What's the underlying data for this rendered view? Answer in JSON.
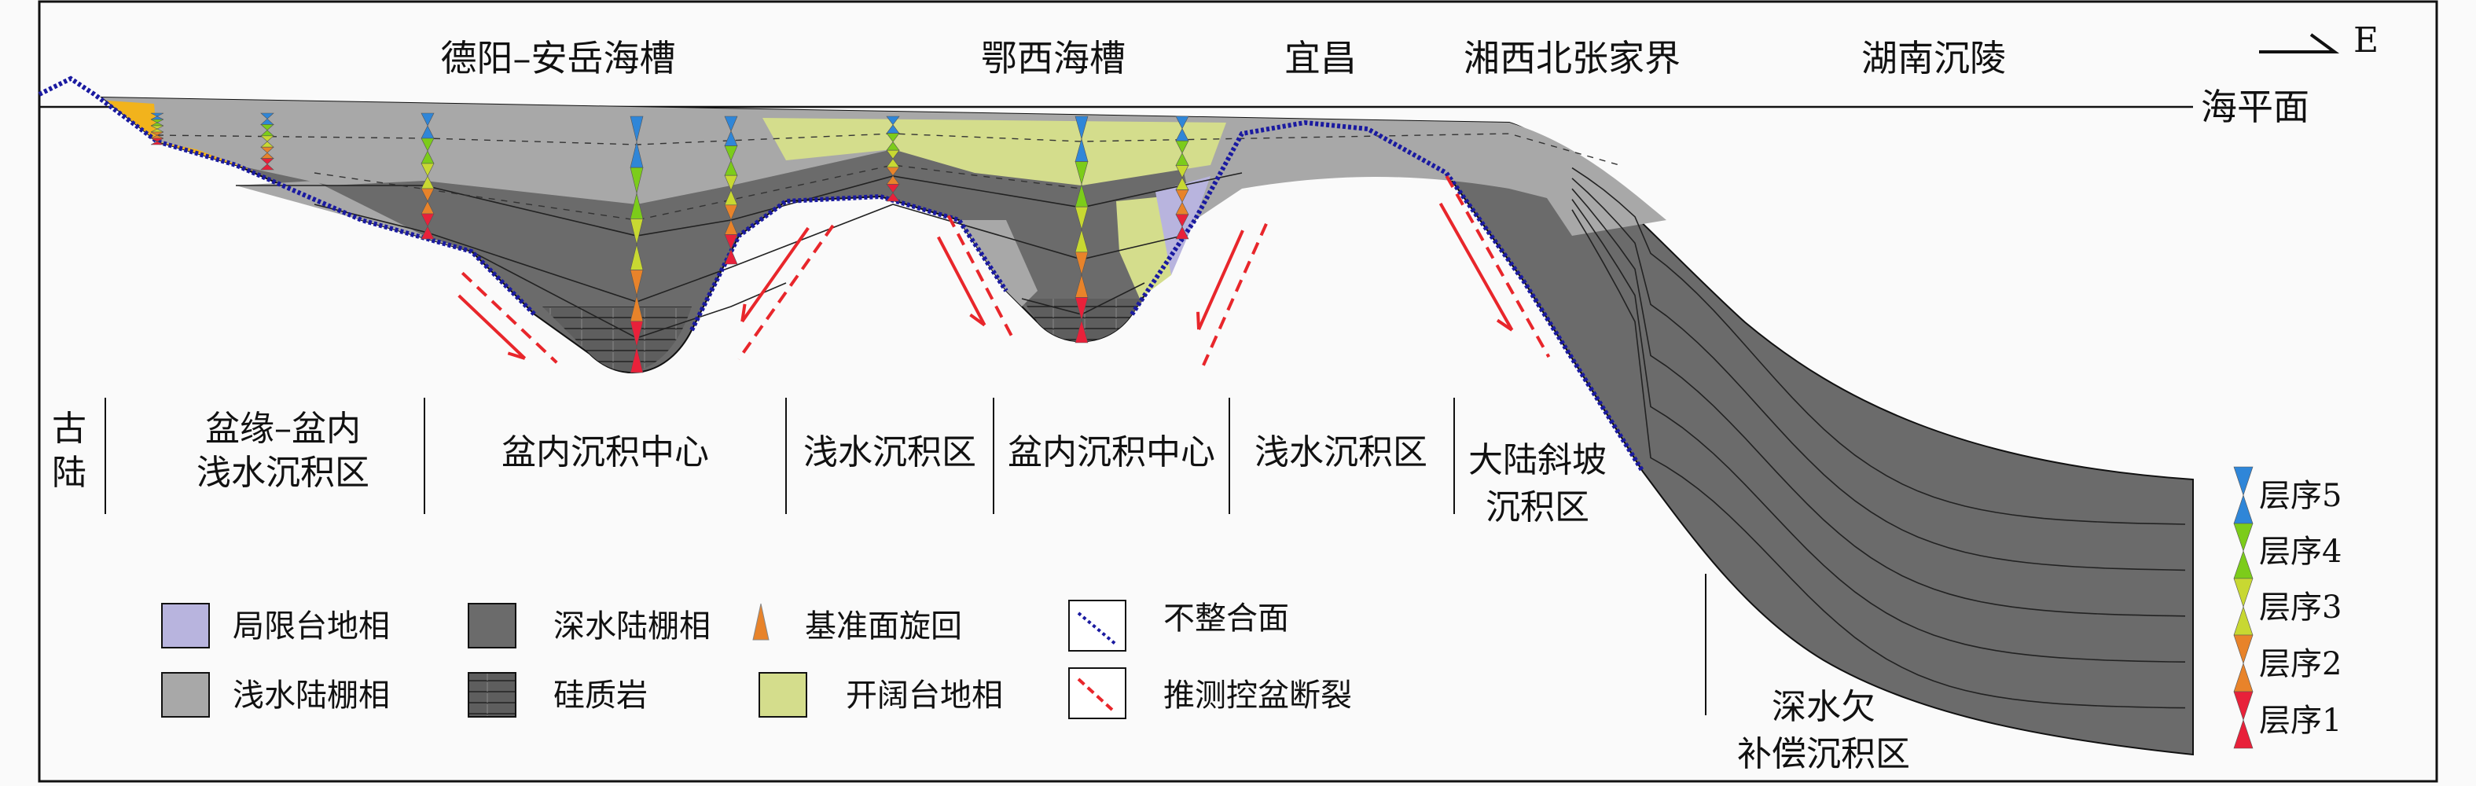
{
  "direction": {
    "arrow_label": "E"
  },
  "sea_level_label": "海平面",
  "locations": [
    "德阳–安岳海槽",
    "鄂西海槽",
    "宜昌",
    "湘西北张家界",
    "湖南沉陵"
  ],
  "zones": {
    "ancient_land": [
      "古",
      "陆"
    ],
    "margin_shallow": [
      "盆缘–盆内",
      "浅水沉积区"
    ],
    "center1": "盆内沉积中心",
    "shallow1": "浅水沉积区",
    "center2": "盆内沉积中心",
    "shallow2": "浅水沉积区",
    "slope": [
      "大陆斜坡",
      "沉积区"
    ],
    "deep": [
      "深水欠",
      "补偿沉积区"
    ]
  },
  "legend": {
    "restricted_platform": "局限台地相",
    "deep_shelf": "深水陆棚相",
    "base_level_cycle": "基准面旋回",
    "unconformity": "不整合面",
    "shallow_shelf": "浅水陆棚相",
    "siliceous_rock": "硅质岩",
    "open_platform": "开阔台地相",
    "inferred_fault": "推测控盆断裂"
  },
  "sequences": [
    "层序5",
    "层序4",
    "层序3",
    "层序2",
    "层序1"
  ],
  "colors": {
    "restricted_platform": "#b8b4de",
    "deep_shelf": "#6b6b6b",
    "shallow_shelf": "#a8a8a8",
    "open_platform": "#d4dd8c",
    "margin_orange": "#f2b31c",
    "unconformity": "#1a1aa0",
    "fault": "#e8262b",
    "seq5": "#2f86d8",
    "seq4": "#7ccc1a",
    "seq3": "#c8d832",
    "seq2": "#e8832a",
    "seq1": "#e8213a"
  }
}
